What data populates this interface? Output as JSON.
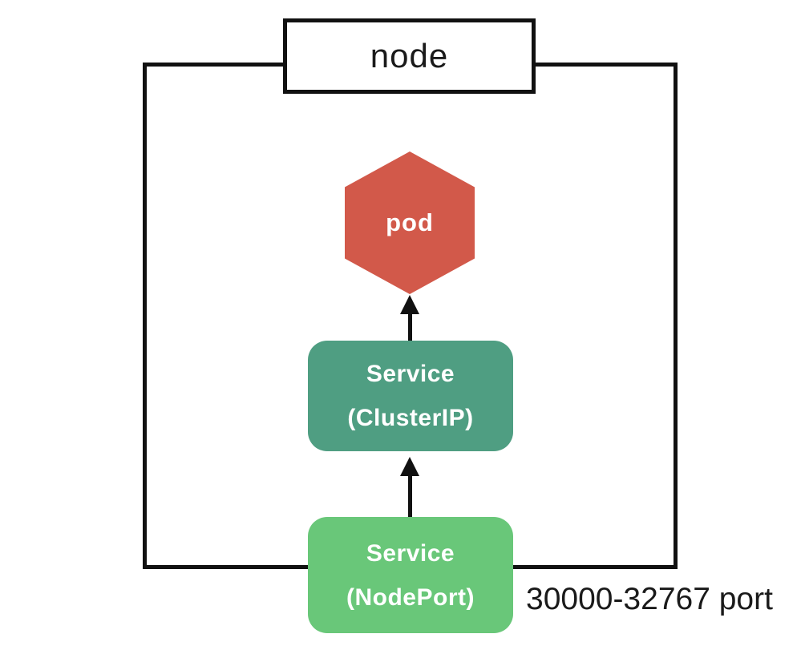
{
  "diagram": {
    "node_label": "node",
    "pod_label": "pod",
    "cluster_ip_service": {
      "line1": "Service",
      "line2": "(ClusterIP)"
    },
    "node_port_service": {
      "line1": "Service",
      "line2": "(NodePort)"
    },
    "port_range_label": "30000-32767 port",
    "colors": {
      "pod": "#d2594a",
      "cluster_ip": "#4f9e82",
      "node_port": "#69c779",
      "line": "#111111"
    }
  }
}
